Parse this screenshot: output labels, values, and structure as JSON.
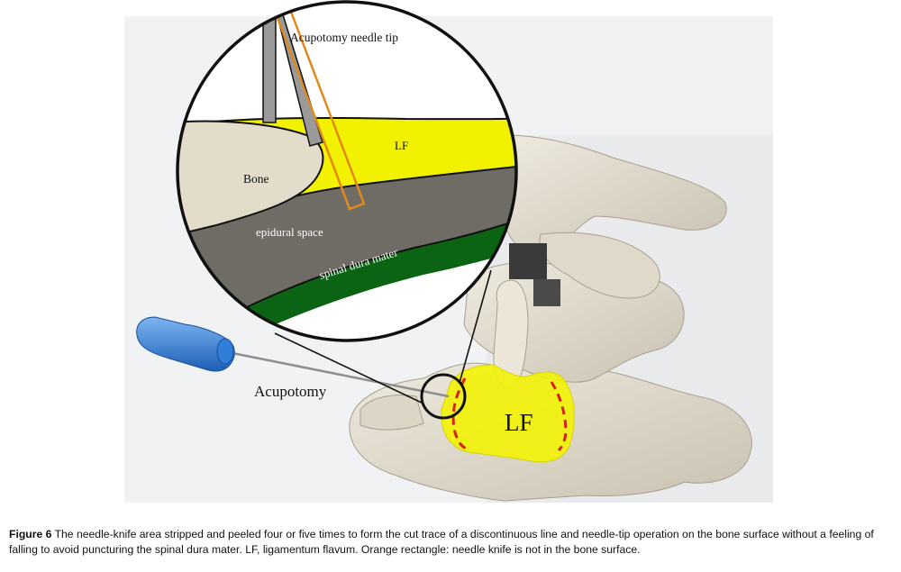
{
  "figure": {
    "labels": {
      "needle_tip": "Acupotomy needle tip",
      "lf_inset": "LF",
      "bone": "Bone",
      "epidural": "epidural space",
      "dura": "spinal dura mater",
      "acupotomy": "Acupotomy",
      "lf_photo": "LF"
    },
    "colors": {
      "lf_yellow": "#f2f200",
      "bone": "#e3dccb",
      "epidural": "#6e6c64",
      "dura": "#0b6414",
      "needle_orange": "#e08a1e",
      "needle_gray": "#9a9a9a",
      "handle_blue": "#2f7fd8",
      "cut_trace_red": "#d8201a"
    }
  },
  "caption": {
    "figure_label": "Figure 6",
    "text": "The needle-knife area stripped and peeled four or five times to form the cut trace of a discontinuous line and needle-tip operation on the bone surface without a feeling of falling to avoid puncturing the spinal dura mater. LF, ligamentum flavum. Orange rectangle: needle knife is not in the bone surface."
  }
}
